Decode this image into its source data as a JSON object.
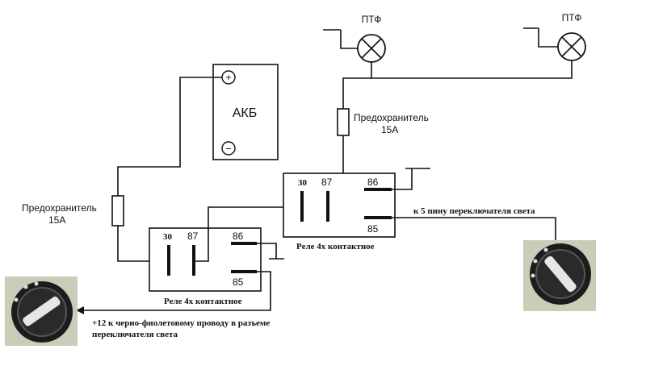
{
  "lamps": [
    {
      "label": "ПТФ"
    },
    {
      "label": "ПТФ"
    }
  ],
  "battery": {
    "label": "АКБ",
    "plus": "+",
    "minus": "−"
  },
  "fuses": [
    {
      "label_line1": "Предохранитель",
      "label_line2": "15А"
    },
    {
      "label_line1": "Предохранитель",
      "label_line2": "15А"
    }
  ],
  "relays": [
    {
      "caption": "Реле 4х контактное",
      "pins": {
        "p30": "30",
        "p87": "87",
        "p86": "86",
        "p85": "85"
      }
    },
    {
      "caption": "Реле 4х контактное",
      "pins": {
        "p30": "30",
        "p87": "87",
        "p86": "86",
        "p85": "85"
      }
    }
  ],
  "notes": {
    "switch_pin5": "к 5 пину переключателя света",
    "plus12_line1": "+12 к черно-фиолетовому проводу в разъеме",
    "plus12_line2": "переключателя света"
  },
  "colors": {
    "line": "#111111",
    "switch_body": "#1c1c1c",
    "switch_bg": "#c9cdb8",
    "switch_chrome": "#e6e6e6"
  }
}
